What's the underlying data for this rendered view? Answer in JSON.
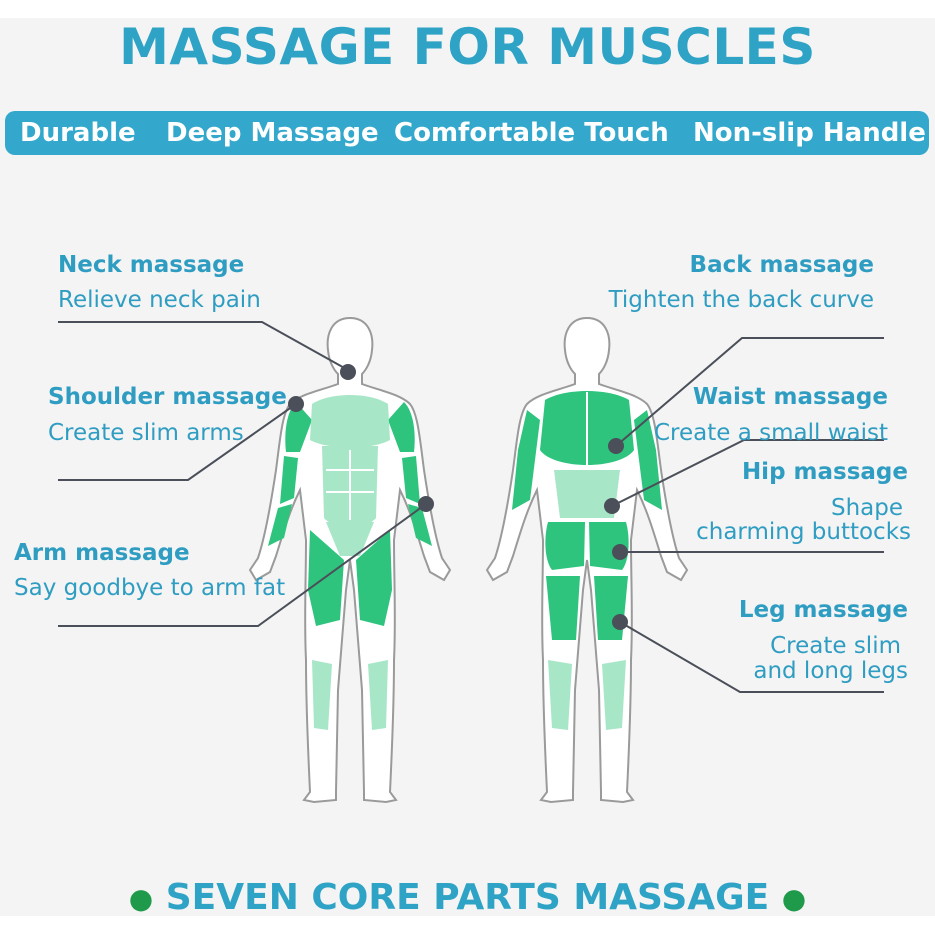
{
  "title": "MASSAGE FOR MUSCLES",
  "features": [
    "Durable",
    "Deep Massage",
    "Comfortable Touch",
    "Non-slip Handle"
  ],
  "labels": {
    "neck": {
      "heading": "Neck massage",
      "desc": "Relieve neck pain"
    },
    "shoulder": {
      "heading": "Shoulder massage",
      "desc": "Create slim arms"
    },
    "arm": {
      "heading": "Arm massage",
      "desc": "Say goodbye to arm fat"
    },
    "back": {
      "heading": "Back massage",
      "desc": "Tighten the back curve"
    },
    "waist": {
      "heading": "Waist massage",
      "desc": "Create a small waist"
    },
    "hip": {
      "heading": "Hip massage",
      "desc_line1": "Shape",
      "desc_line2": "charming buttocks"
    },
    "leg": {
      "heading": "Leg massage",
      "desc_line1": "Create slim",
      "desc_line2": "and long legs"
    }
  },
  "footer": "SEVEN CORE PARTS MASSAGE",
  "colors": {
    "accent_blue": "#2ea3c5",
    "banner_blue": "#33a8cc",
    "muscle_green": "#2ec47e",
    "muscle_light": "#a8e6c8",
    "leader_line": "#4a4f59",
    "bullet_green": "#1f9a4a"
  },
  "icons": {
    "bullet": "green-dot-icon",
    "marker": "body-point-marker-icon"
  }
}
